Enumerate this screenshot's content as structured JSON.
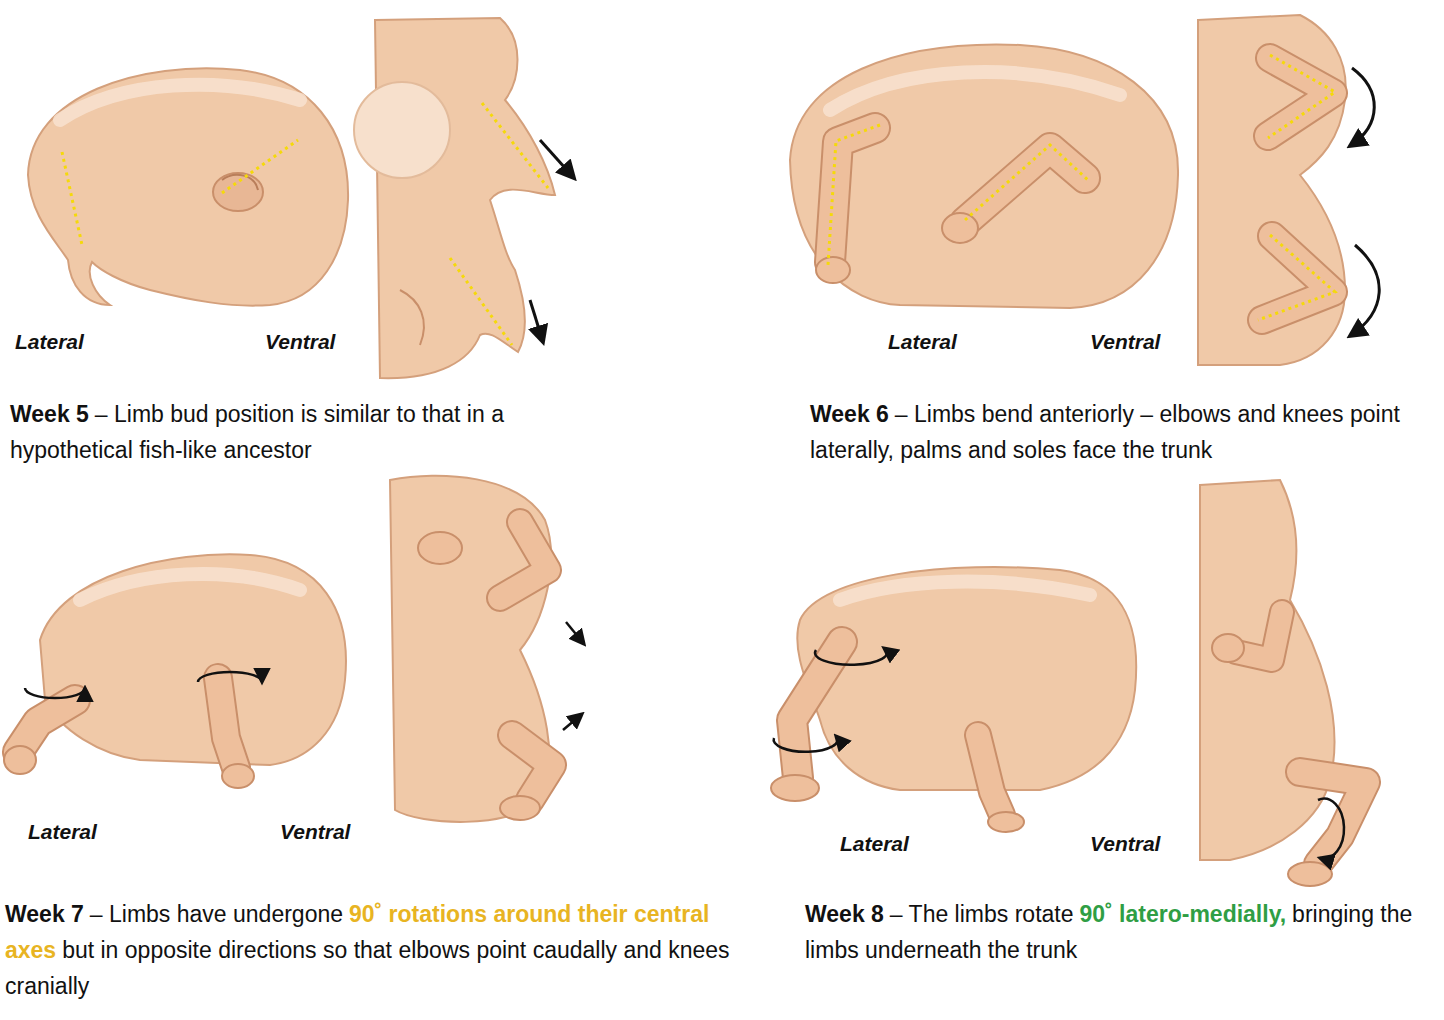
{
  "diagram": {
    "labels": [
      "Lateral",
      "Ventral",
      "Week 5",
      "– Limb bud position is similar to that in a hypothetical fish-like ancestor",
      "Lateral",
      "Ventral",
      "Week 6",
      "– Limbs bend anteriorly – elbows and knees point laterally, palms and soles face the trunk",
      "Lateral",
      "Ventral",
      "Week 7",
      "– Limbs have undergone",
      "90˚ rotations around their central axes",
      "but in opposite directions so that elbows point caudally and knees cranially",
      "Lateral",
      "Ventral",
      "Week 8",
      "– The limbs rotate",
      "90˚ latero-medially,",
      "bringing the limbs underneath the trunk"
    ]
  }
}
